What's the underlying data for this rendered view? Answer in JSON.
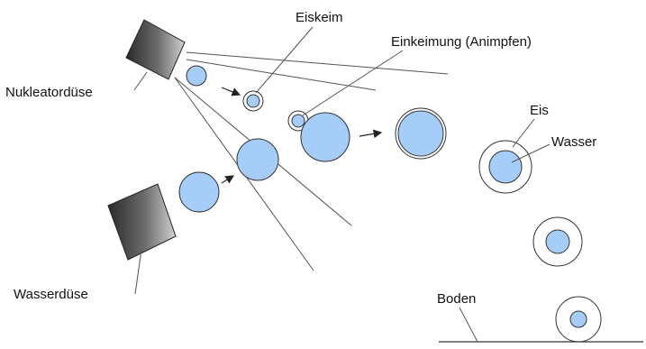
{
  "labels": {
    "nucleator_nozzle": "Nukleatordüse",
    "water_nozzle": "Wasserdüse",
    "ice_nucleus": "Eiskeim",
    "seeding": "Einkeimung (Animpfen)",
    "ice": "Eis",
    "water": "Wasser",
    "ground": "Boden"
  },
  "colors": {
    "water": "#a6cdf7",
    "outline": "#333333",
    "nozzle_dark": "#2e2e2e",
    "nozzle_light": "#c9c9c9",
    "line": "#555555"
  }
}
